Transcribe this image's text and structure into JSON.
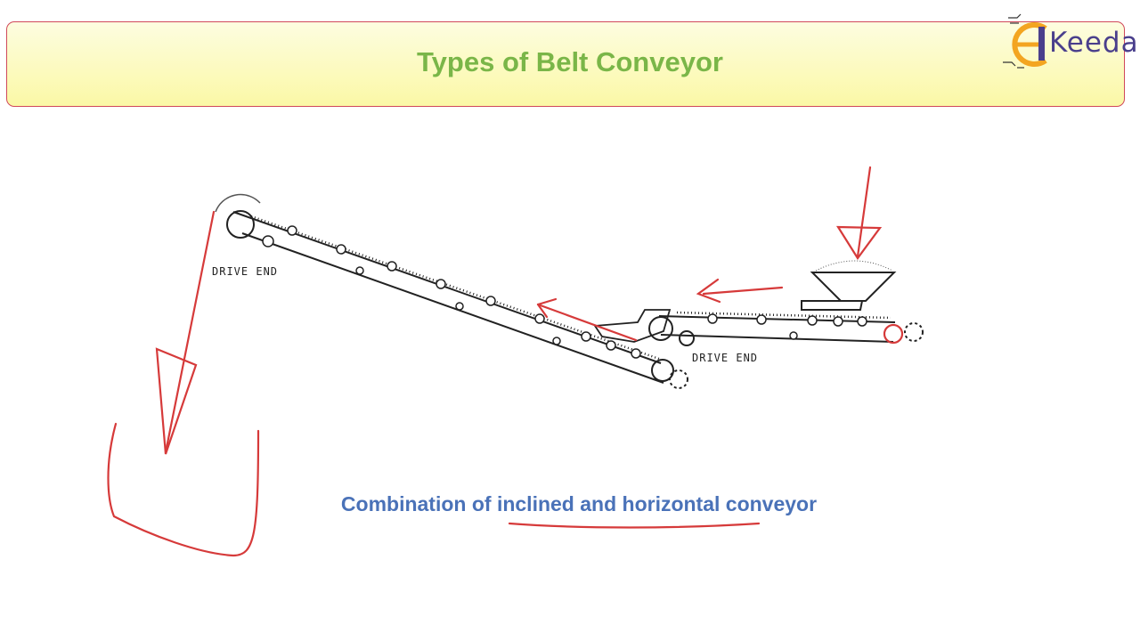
{
  "header": {
    "title": "Types of Belt Conveyor",
    "logo_text": "Keeda",
    "logo_letter": "E"
  },
  "diagram": {
    "labels": {
      "drive_end_left": "DRIVE END",
      "drive_end_right": "DRIVE END"
    }
  },
  "caption": "Combination of inclined and horizontal conveyor",
  "colors": {
    "title": "#7ab648",
    "caption": "#4a72b8",
    "annotation": "#d63a3a",
    "banner_border": "#d0495a",
    "logo_orange": "#f3a521",
    "logo_text": "#4a3f8c"
  }
}
